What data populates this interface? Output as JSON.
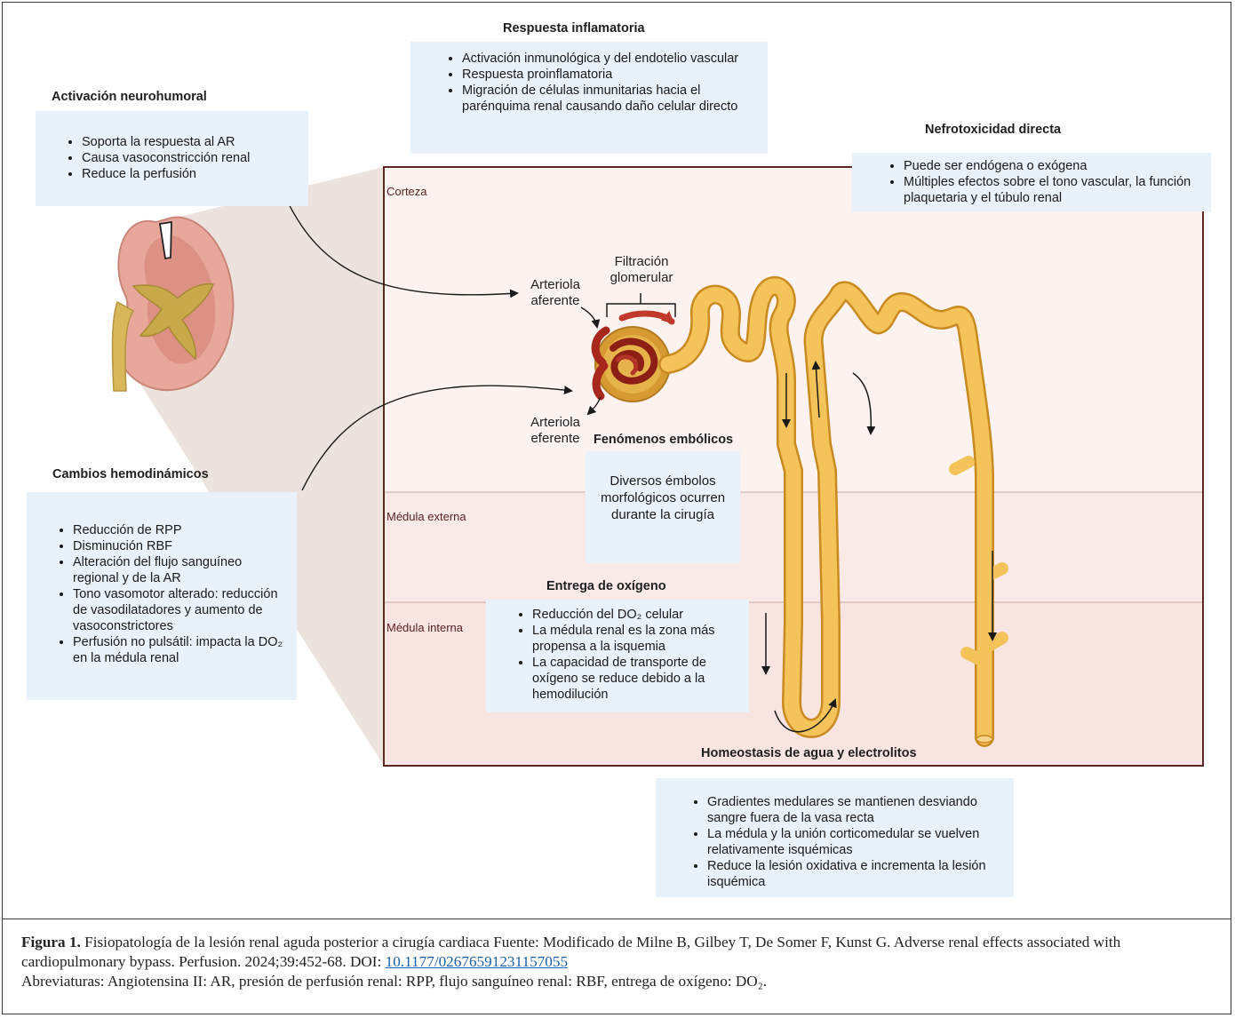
{
  "headings": {
    "inflammatory": "Respuesta inflamatoria",
    "neurohumoral": "Activación neurohumoral",
    "nephrotoxicity": "Nefrotoxicidad directa",
    "hemodynamic": "Cambios hemodinámicos",
    "embolic": "Fenómenos embólicos",
    "oxygen": "Entrega de oxígeno",
    "homeostasis": "Homeostasis de agua y electrolitos"
  },
  "inflammatory_items": [
    "Activación inmunológica y del endotelio vascular",
    "Respuesta proinflamatoria",
    "Migración de células inmunitarias hacia el parénquima renal causando daño celular directo"
  ],
  "neurohumoral_items": [
    "Soporta la respuesta al AR",
    "Causa vasoconstricción renal",
    "Reduce la perfusión"
  ],
  "nephrotoxicity_items": [
    "Puede ser endógena o exógena",
    "Múltiples efectos sobre el tono vascular, la función plaquetaria y el túbulo renal"
  ],
  "hemodynamic_items": [
    "Reducción de RPP",
    "Disminución RBF",
    "Alteración del flujo sanguíneo regional y de la AR",
    "Tono vasomotor alterado: reducción de vasodilatadores y aumento de vasoconstrictores",
    "Perfusión no pulsátil: impacta la DO₂ en la médula renal"
  ],
  "embolic_text": "Diversos émbolos morfológicos ocurren durante la cirugía",
  "oxygen_items": [
    "Reducción del DO₂ celular",
    "La médula renal es la zona más propensa a la isquemia",
    "La capacidad de transporte de oxígeno se reduce debido a la hemodilución"
  ],
  "homeostasis_items": [
    "Gradientes medulares se mantienen desviando sangre fuera de la vasa recta",
    "La médula y la unión corticomedular se vuelven relativamente isquémicas",
    "Reduce la lesión oxidativa e incrementa la lesión isquémica"
  ],
  "zones": {
    "cortex": "Corteza",
    "outer_medulla": "Médula externa",
    "inner_medulla": "Médula interna"
  },
  "labels": {
    "filtration_line1": "Filtración",
    "filtration_line2": "glomerular",
    "afferent_line1": "Arteriola",
    "afferent_line2": "aferente",
    "efferent_line1": "Arteriola",
    "efferent_line2": "eferente"
  },
  "caption": {
    "figure_label": "Figura 1.",
    "text": " Fisiopatología de la lesión renal aguda posterior a cirugía cardiaca Fuente: Modificado de Milne B, Gilbey T, De Somer F, Kunst G. Adverse renal effects associated with cardiopulmonary bypass. Perfusion. 2024;39:452-68. DOI: ",
    "doi": "10.1177/02676591231157055",
    "abbreviations": "Abreviaturas: Angiotensina II:  AR, presión de perfusión renal: RPP, flujo sanguíneo renal: RBF, entrega de oxígeno: DO₂."
  },
  "colors": {
    "box_fill": "#e9f1fa",
    "cortex_fill": "#fcf3f0",
    "outer_medulla_fill": "#f9eae7",
    "inner_medulla_fill": "#f8e4e1",
    "tubule": "#f2b63a",
    "vessel": "#a8271d"
  }
}
